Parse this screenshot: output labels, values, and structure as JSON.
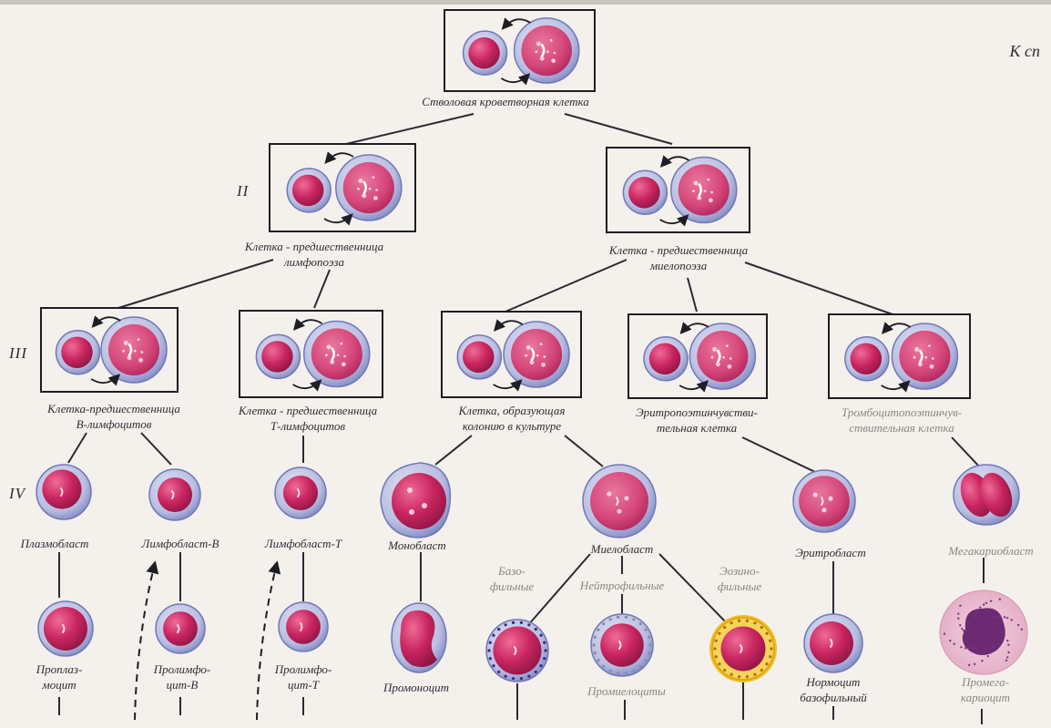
{
  "corner_text": "К сп",
  "levels": {
    "II": "II",
    "III": "III",
    "IV": "IV"
  },
  "stem": {
    "label": "Стволовая кроветворная клетка"
  },
  "progenitors": {
    "lymph": [
      "Клетка - предшественница",
      "лимфопоэза"
    ],
    "myelo": [
      "Клетка - предшественница",
      "миелопоэза"
    ]
  },
  "level3": {
    "b": [
      "Клетка-предшественница",
      "В-лимфоцитов"
    ],
    "t": [
      "Клетка - предшественница",
      "Т-лимфоцитов"
    ],
    "colony": [
      "Клетка, образующая",
      "колонию в культуре"
    ],
    "erythro": [
      "Эритропоэтинчувстви-",
      "тельная клетка"
    ],
    "thrombo": [
      "Тромбоцитопоэтинчув-",
      "ствительная клетка"
    ]
  },
  "blasts": {
    "plasmoblast": "Плазмобласт",
    "lymphoblast_b": "Лимфобласт-В",
    "lymphoblast_t": "Лимфобласт-Т",
    "monoblast": "Монобласт",
    "myeloblast": "Миелобласт",
    "erythroblast": "Эритробласт",
    "megakaryoblast": "Мегакариобласт"
  },
  "branches": {
    "baso": [
      "Базо-",
      "фильные"
    ],
    "neutro": "Нейтрофильные",
    "eosino": [
      "Эозино-",
      "фильные"
    ]
  },
  "pro": {
    "proplasmocyte": [
      "Проплаз-",
      "моцит"
    ],
    "prolymph_b": [
      "Пролимфо-",
      "цит-В"
    ],
    "prolymph_t": [
      "Пролимфо-",
      "цит-Т"
    ],
    "promonocyte": "Промоноцит",
    "promyelocytes": "Промиелоциты",
    "normocyte": [
      "Нормоцит",
      "базофильный"
    ],
    "promegakaryocyte": [
      "Промега-",
      "кариоцит"
    ]
  },
  "colors": {
    "line": "#2a2a33",
    "box": "#1d1d24",
    "cytoplasm": "#b9bde0",
    "cytoplasm_edge": "#6f78b8",
    "nucleus": "#c92560",
    "nucleus_dark": "#8f1645",
    "big_nucleus": "#d6477a",
    "eos_ring": "#f0c020",
    "megakaryocyte": "#e9b8cf",
    "megakaryocyte_nucleus": "#6b2a72"
  }
}
